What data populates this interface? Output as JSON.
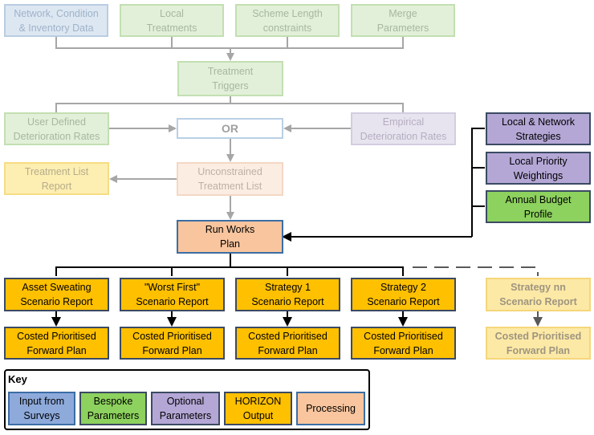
{
  "inputs": {
    "network": "Network, Condition\n& Inventory Data",
    "local_treatments": "Local\nTreatments",
    "scheme_length": "Scheme Length\nconstraints",
    "merge": "Merge\nParameters"
  },
  "triggers": "Treatment\nTriggers",
  "user_defined": "User Defined\nDeterioration Rates",
  "or_label": "OR",
  "empirical": "Empirical\nDeterioration Rates",
  "treatment_list_report": "Treatment List\nReport",
  "unconstrained": "Unconstrained\nTreatment List",
  "run_works": "Run Works\nPlan",
  "right_params": {
    "strategies": "Local & Network\nStrategies",
    "weightings": "Local Priority\nWeightings",
    "budget": "Annual Budget\nProfile"
  },
  "scenarios": [
    "Asset Sweating\nScenario Report",
    "\"Worst First\"\nScenario Report",
    "Strategy 1\nScenario Report",
    "Strategy 2\nScenario Report",
    "Strategy nn\nScenario Report"
  ],
  "plans": [
    "Costed Prioritised\nForward Plan",
    "Costed Prioritised\nForward Plan",
    "Costed Prioritised\nForward Plan",
    "Costed Prioritised\nForward Plan",
    "Costed Prioritised\nForward Plan"
  ],
  "key": {
    "title": "Key",
    "items": [
      "Input from\nSurveys",
      "Bespoke\nParameters",
      "Optional\nParameters",
      "HORIZON\nOutput",
      "Processing"
    ]
  }
}
